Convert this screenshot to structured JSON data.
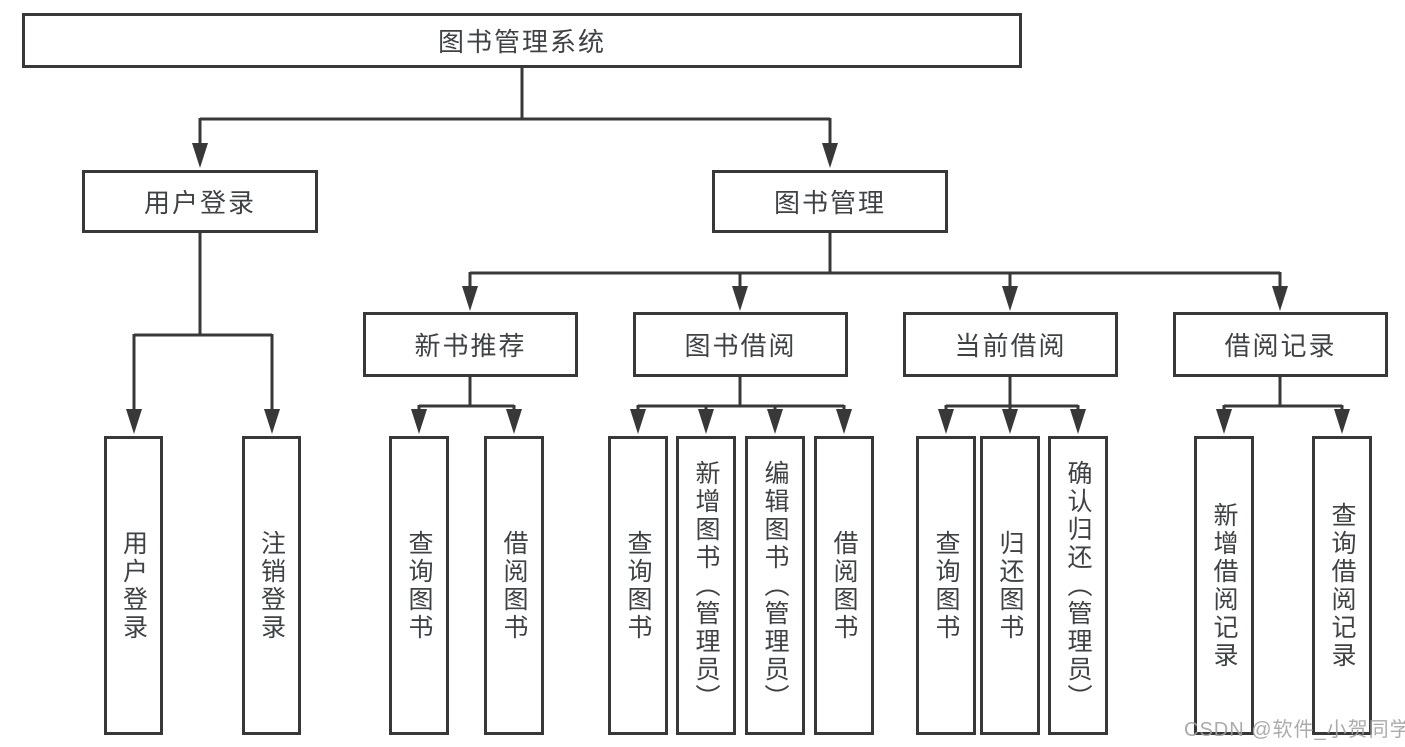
{
  "diagram_type": "tree",
  "colors": {
    "line": "#383838",
    "box_border": "#383838",
    "text": "#3f4245",
    "watermark": "#a3a3a3",
    "background": "#ffffff"
  },
  "tree": {
    "root": {
      "label": "图书管理系统",
      "children": [
        {
          "label": "用户登录",
          "children": [
            {
              "label": "用户登录"
            },
            {
              "label": "注销登录"
            }
          ]
        },
        {
          "label": "图书管理",
          "children": [
            {
              "label": "新书推荐",
              "children": [
                {
                  "label": "查询图书"
                },
                {
                  "label": "借阅图书"
                }
              ]
            },
            {
              "label": "图书借阅",
              "children": [
                {
                  "label": "查询图书"
                },
                {
                  "label": "新增图书（管理员）"
                },
                {
                  "label": "编辑图书（管理员）"
                },
                {
                  "label": "借阅图书"
                }
              ]
            },
            {
              "label": "当前借阅",
              "children": [
                {
                  "label": "查询图书"
                },
                {
                  "label": "归还图书"
                },
                {
                  "label": "确认归还（管理员）"
                }
              ]
            },
            {
              "label": "借阅记录",
              "children": [
                {
                  "label": "新增借阅记录"
                },
                {
                  "label": "查询借阅记录"
                }
              ]
            }
          ]
        }
      ]
    }
  },
  "watermark": {
    "text": "CSDN @软件_小贺同学"
  }
}
